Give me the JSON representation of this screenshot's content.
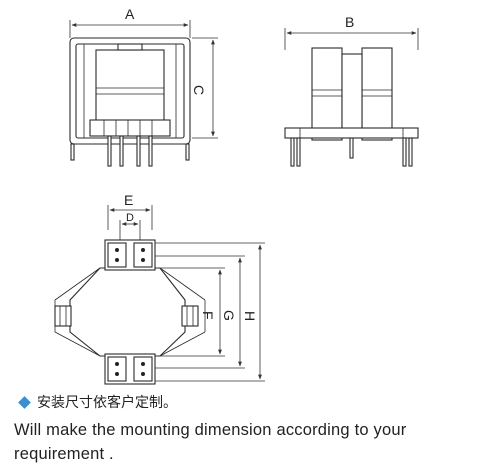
{
  "dimension_labels": {
    "a": "A",
    "b": "B",
    "c": "C",
    "d": "D",
    "e": "E",
    "f": "F",
    "g": "G",
    "h": "H"
  },
  "caption": {
    "bullet_icon": "diamond-bullet-icon",
    "bullet_color": "#3b8fd0",
    "chinese": "安装尺寸依客户定制。",
    "english_line1": "Will make the mounting dimension according to your",
    "english_line2": "requirement ."
  }
}
